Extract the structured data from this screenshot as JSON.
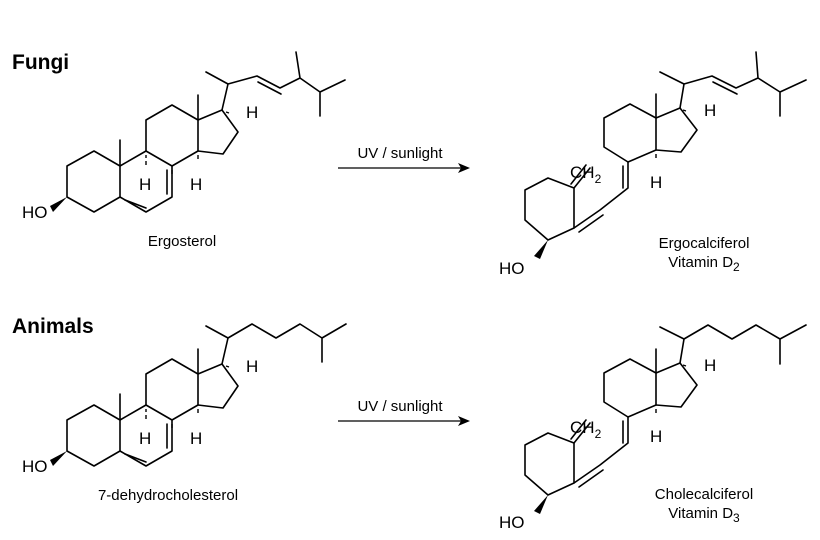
{
  "sections": [
    {
      "title": "Fungi",
      "precursor": {
        "name": "Ergosterol",
        "labels": {
          "hydroxyl": "HO",
          "h1": "H",
          "h2": "H",
          "h3": "H"
        }
      },
      "arrow_label": "UV / sunlight",
      "product": {
        "name_line1": "Ergocalciferol",
        "name_line2": "Vitamin D",
        "name_subscript": "2",
        "labels": {
          "hydroxyl": "HO",
          "methylene": "CH",
          "methylene_subscript": "2",
          "h1": "H",
          "h2": "H"
        }
      }
    },
    {
      "title": "Animals",
      "precursor": {
        "name": "7-dehydrocholesterol",
        "labels": {
          "hydroxyl": "HO",
          "h1": "H",
          "h2": "H",
          "h3": "H"
        }
      },
      "arrow_label": "UV / sunlight",
      "product": {
        "name_line1": "Cholecalciferol",
        "name_line2": "Vitamin D",
        "name_subscript": "3",
        "labels": {
          "hydroxyl": "HO",
          "methylene": "CH",
          "methylene_subscript": "2",
          "h1": "H",
          "h2": "H"
        }
      }
    }
  ]
}
